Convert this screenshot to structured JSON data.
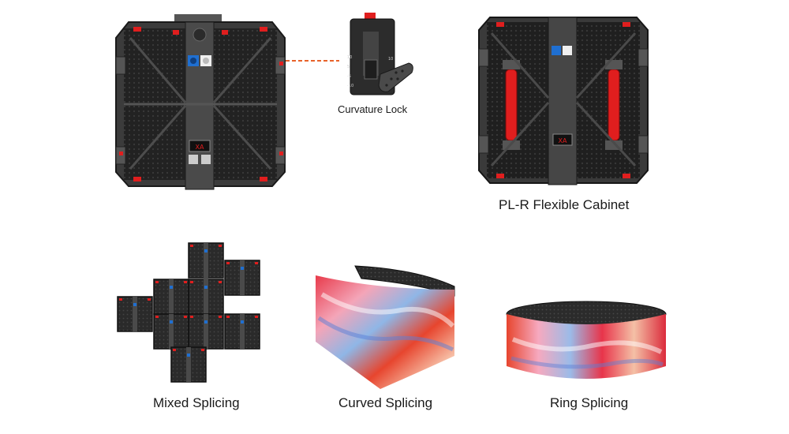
{
  "labels": {
    "curvature_lock": "Curvature Lock",
    "flexible_cabinet": "PL-R Flexible Cabinet",
    "mixed": "Mixed Splicing",
    "curved": "Curved Splicing",
    "ring": "Ring Splicing"
  },
  "colors": {
    "cabinet_body": "#262626",
    "accent_red": "#e01e1e",
    "connector_blue": "#1f6fd1",
    "leader_line": "#e8622a"
  }
}
